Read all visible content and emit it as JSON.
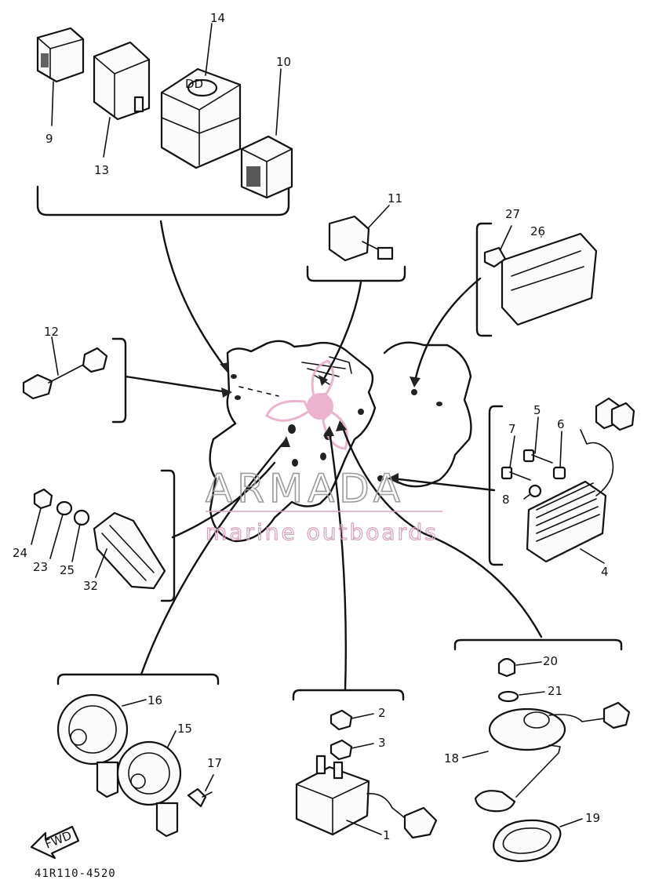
{
  "diagram_code": "41R110-4520",
  "fwd_label": "FWD",
  "watermark": {
    "brand": "ARMADA",
    "tagline": "marine outboards",
    "color_pink": "#e8a6c6",
    "color_gray": "#9a9a9a"
  },
  "parts": {
    "p1": "1",
    "p2": "2",
    "p3": "3",
    "p4": "4",
    "p5": "5",
    "p6": "6",
    "p7": "7",
    "p8": "8",
    "p9": "9",
    "p10": "10",
    "p11": "11",
    "p12": "12",
    "p13": "13",
    "p14": "14",
    "p15": "15",
    "p16": "16",
    "p17": "17",
    "p18": "18",
    "p19": "19",
    "p20": "20",
    "p21": "21",
    "p23": "23",
    "p24": "24",
    "p25": "25",
    "p26": "26",
    "p27": "27",
    "p32": "32"
  }
}
